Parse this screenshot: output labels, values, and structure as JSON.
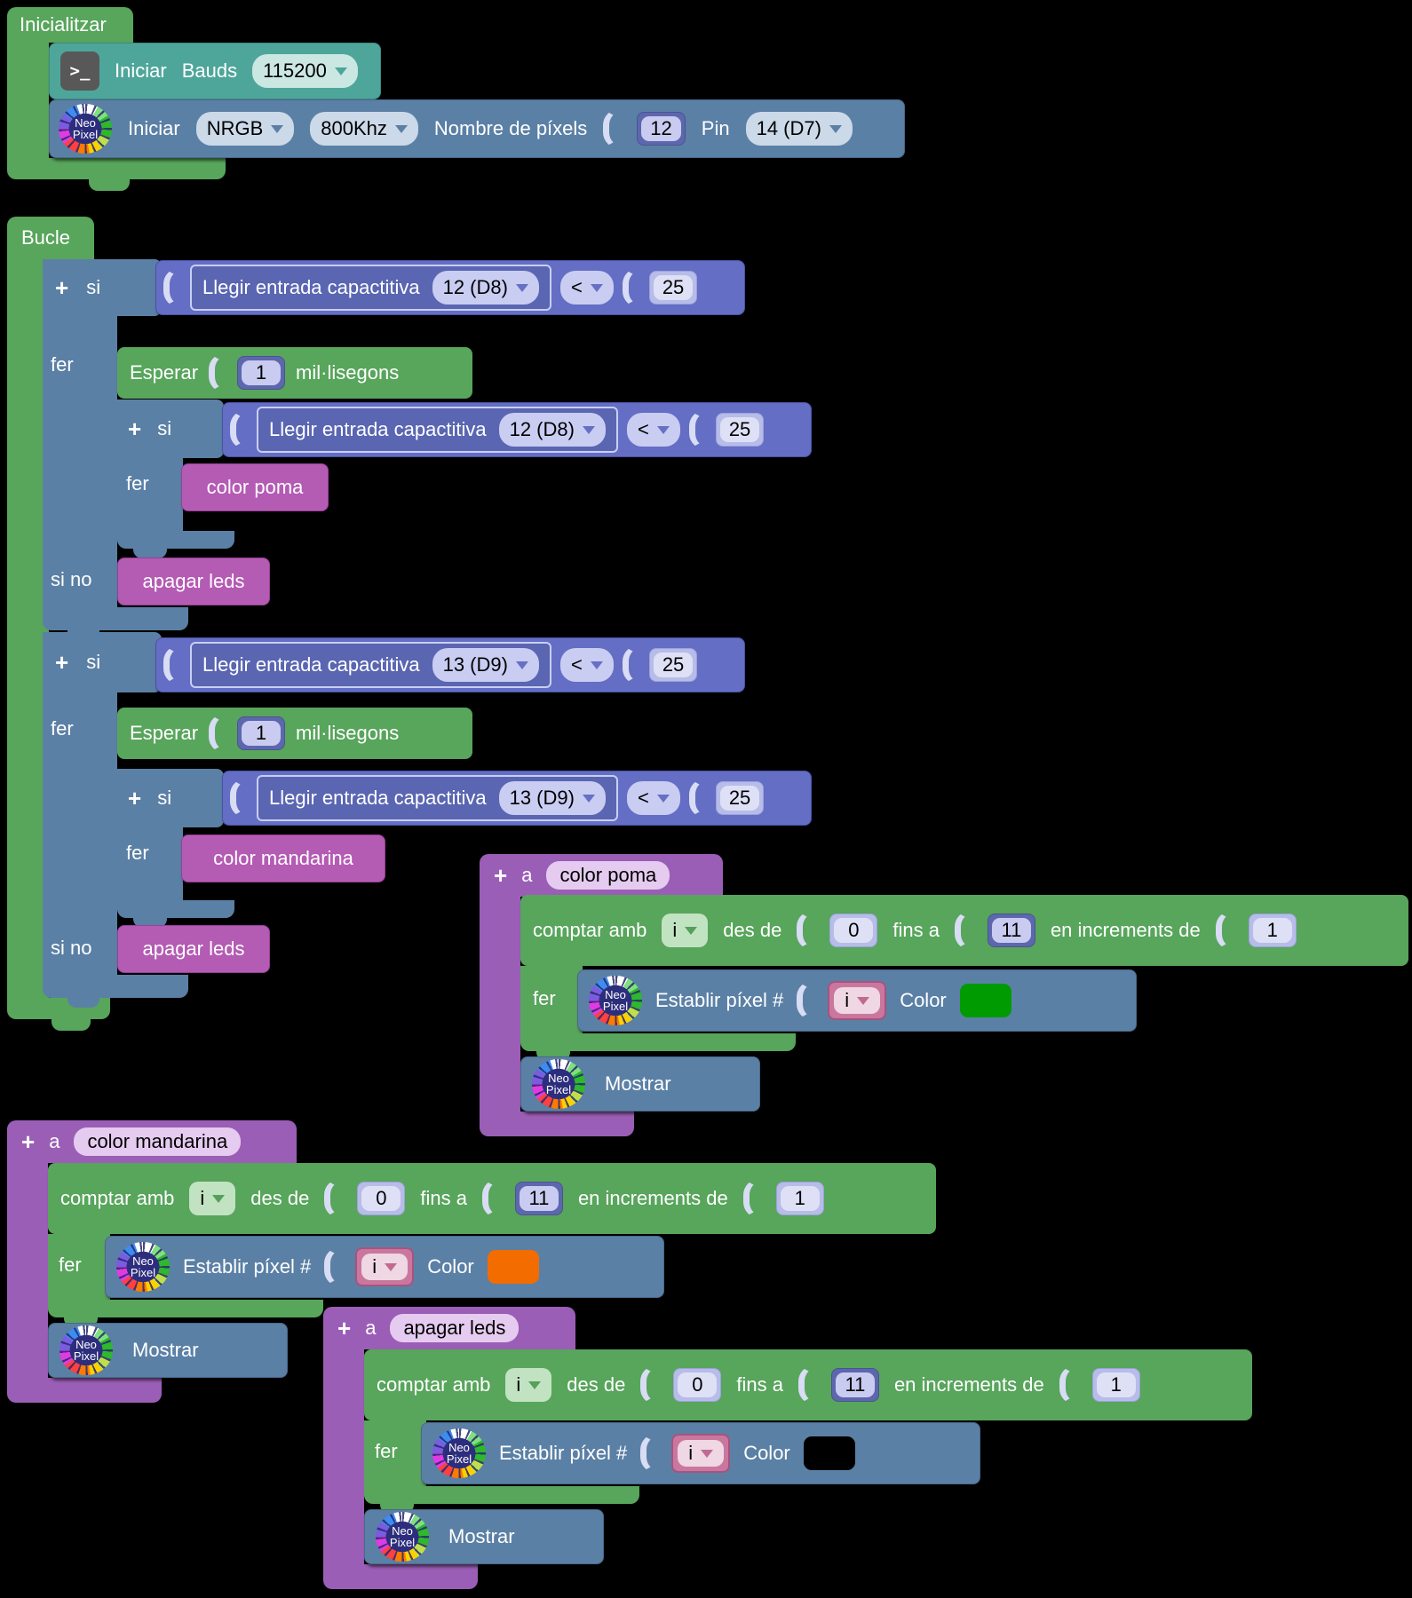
{
  "labels": {
    "plus": "+",
    "si": "si",
    "fer": "fer",
    "sino": "si no",
    "a": "a"
  },
  "init_block": {
    "title": "Inicialitzar"
  },
  "serial_block": {
    "iniciar": "Iniciar",
    "bauds": "Bauds",
    "baud": "115200"
  },
  "neopixel_init": {
    "iniciar": "Iniciar",
    "mode": "NRGB",
    "freq": "800Khz",
    "npix_label": "Nombre de píxels",
    "npix": "12",
    "pin_label": "Pin",
    "pin": "14 (D7)"
  },
  "bucle": {
    "title": "Bucle"
  },
  "cond1": {
    "read": "Llegir entrada capactitiva",
    "pin": "12 (D8)",
    "op": "<",
    "value": "25"
  },
  "cond2": {
    "read": "Llegir entrada capactitiva",
    "pin": "13 (D9)",
    "op": "<",
    "value": "25"
  },
  "esperar": {
    "label": "Esperar",
    "value": "1",
    "unit": "mil·lisegons"
  },
  "calls": {
    "poma": "color poma",
    "mandarina": "color mandarina",
    "apagar": "apagar leds"
  },
  "defs": {
    "poma": "color poma",
    "mandarina": "color mandarina",
    "apagar": "apagar leds"
  },
  "forloop": {
    "comptar": "comptar amb",
    "var": "i",
    "desde": "des de",
    "from": "0",
    "finsa": "fins a",
    "to": "11",
    "incr": "en increments de",
    "by": "1"
  },
  "establir": {
    "label": "Establir píxel #",
    "var": "i",
    "color_label": "Color"
  },
  "mostrar": {
    "label": "Mostrar"
  },
  "neopixel_icon": {
    "line1": "Neo",
    "line2": "Pixel"
  },
  "terminal_icon": {
    "glyph": ">_"
  },
  "swatches": {
    "poma": "#009B00",
    "mandarina": "#F26C00",
    "apagar": "#000000"
  }
}
